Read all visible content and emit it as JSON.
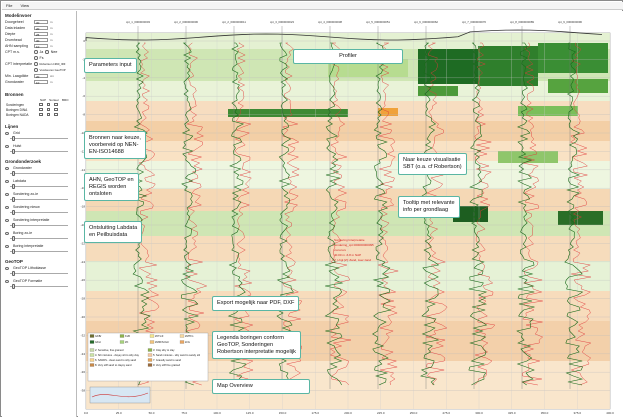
{
  "menu": {
    "items": [
      "File",
      "View"
    ]
  },
  "left": {
    "section_modellen": "Modelinvoer",
    "params": [
      {
        "label": "Doorgeheel",
        "value": "30",
        "unit": "m"
      },
      {
        "label": "Data inladen",
        "value": "20",
        "unit": "m"
      },
      {
        "label": "Diepte",
        "value": "25",
        "unit": "m"
      },
      {
        "label": "Drumhead",
        "value": "30",
        "unit": "m"
      },
      {
        "label": "AHN sampling",
        "value": "10",
        "unit": "m"
      }
    ],
    "cpt_label": "CPT m.s.",
    "cpt_opt1": "Ja",
    "cpt_opt2": "Nee",
    "cpt_opt3": "Fs",
    "interp_label": "CPT interpretatie",
    "interp_opt1": "Robertson 1990_IRF",
    "interp_opt2": "Voorkeuren GeoTOP",
    "min_laag_label": "Min. Laagdikte",
    "min_laag_value": "20",
    "min_laag_unit": "cm",
    "grondwater_label": "Grondwater",
    "grondwater_value": "10",
    "grondwater_unit": "m",
    "section_bronnen": "Bronnen",
    "bron_cols": [
      "NAP",
      "Sorteer",
      "BRO"
    ],
    "bronnen": [
      {
        "name": "Sonderingen"
      },
      {
        "name": "Boringen DINA"
      },
      {
        "name": "Boringen NADA"
      }
    ],
    "section_lijnen": "Lijnen",
    "lijnen": [
      {
        "name": "Grid"
      },
      {
        "name": "Hulst"
      }
    ],
    "section_grondonderzoek": "Grondonderzoek",
    "gronditems": [
      {
        "name": "Grondwater"
      },
      {
        "name": "Labdata"
      },
      {
        "name": "Sondering zo-ie"
      },
      {
        "name": "Sondering nieuw"
      },
      {
        "name": "Sondering interpretatie"
      },
      {
        "name": "Boring zo-ie"
      },
      {
        "name": "Boring interpretatie"
      }
    ],
    "section_geotop": "GeoTOP",
    "geotop": [
      {
        "name": "GeoTOP Lithoklasse"
      },
      {
        "name": "GeoTOP Formatie"
      }
    ]
  },
  "plot": {
    "top_labels": [
      "cpt_1_0000000003",
      "cpt_2_0000000006",
      "cpt_2_0000000011",
      "cpt_3_0000000023",
      "cpt_4_0000000038",
      "cpt_5_0000000051",
      "cpt_6_0000000062",
      "cpt_7_0000000076",
      "cpt_8_0000000089",
      "cpt_9_0000000096"
    ],
    "y_ticks": [
      "0",
      "-2",
      "-4",
      "-6",
      "-8",
      "-10",
      "-12",
      "-14",
      "-16",
      "-18",
      "-20",
      "-22",
      "-24",
      "-26",
      "-28",
      "-30",
      "-32",
      "-34",
      "-36",
      "-38"
    ],
    "x_ticks": [
      "0.0",
      "25.0",
      "50.0",
      "75.0",
      "100.0",
      "125.0",
      "150.0",
      "175.0",
      "200.0",
      "225.0",
      "250.0",
      "275.0",
      "300.0",
      "325.0",
      "350.0",
      "375.0",
      "400.0"
    ],
    "tooltip_lines": [
      "Sondering Interpretatie",
      "sondering_cpt 000000000095",
      "xxxxxxxx",
      "40.00 m -6.8 m NAP",
      "Z_Lhgt [Z]: Zand, zeer zand"
    ],
    "legend": {
      "items": [
        {
          "label": "GKBr",
          "color": "#6f6f30"
        },
        {
          "label": "KLB",
          "color": "#8fb34d"
        },
        {
          "label": "ZFTmF",
          "color": "#f3e58c"
        },
        {
          "label": "ZMTFn",
          "color": "#f7d7a0"
        },
        {
          "label": "GKH",
          "color": "#256b2a"
        },
        {
          "label": "ZK",
          "color": "#a7d27c"
        },
        {
          "label": "ZMZFSzGzr",
          "color": "#f0c37d"
        },
        {
          "label": "ZcG",
          "color": "#e9a764"
        },
        {
          "label": "2: Sensitive, fine grained",
          "color": "#c6d9a8"
        },
        {
          "label": "3: Clay silty to clay",
          "color": "#8fb34d"
        },
        {
          "label": "4: Silt mixtures - clayey silt to silty clay",
          "color": "#cbe3a5"
        },
        {
          "label": "5: Sand mixtures - silty sand to sandy silt",
          "color": "#f4c8a0"
        },
        {
          "label": "6: SANDS - clean sand to silty sand",
          "color": "#f7d48f"
        },
        {
          "label": "7: Gravelly sand to sand",
          "color": "#e7a75a"
        },
        {
          "label": "8: Very stiff sand to clayey sand",
          "color": "#c98a4a"
        },
        {
          "label": "9: Very stiff fine grained",
          "color": "#9b6b3a"
        }
      ]
    }
  },
  "callouts": {
    "params": "Parameters input",
    "profiler": "Profiler",
    "bronnen": "Bronnen naar keuze,\nvoorbereid op NEN-\nEN-ISO14688",
    "ahn": "AHN, GeoTOP en\nREGIS worden\nontsloten",
    "ontsluiting": "Ontsluiting Labdata\nen Peilbuisdata",
    "visualisatie": "Naar keuze visualisatie\nSBT (o.a. cf Robertson)",
    "tooltip": "Tooltip met relevante\ninfo per grondlaag",
    "export": "Export mogelijk naar PDF, DXF",
    "legenda": "Legenda boringen conform\nGeoTOP, Sonderingen\nRobertson interpretatie mogelijk",
    "map": "Map Overview"
  }
}
